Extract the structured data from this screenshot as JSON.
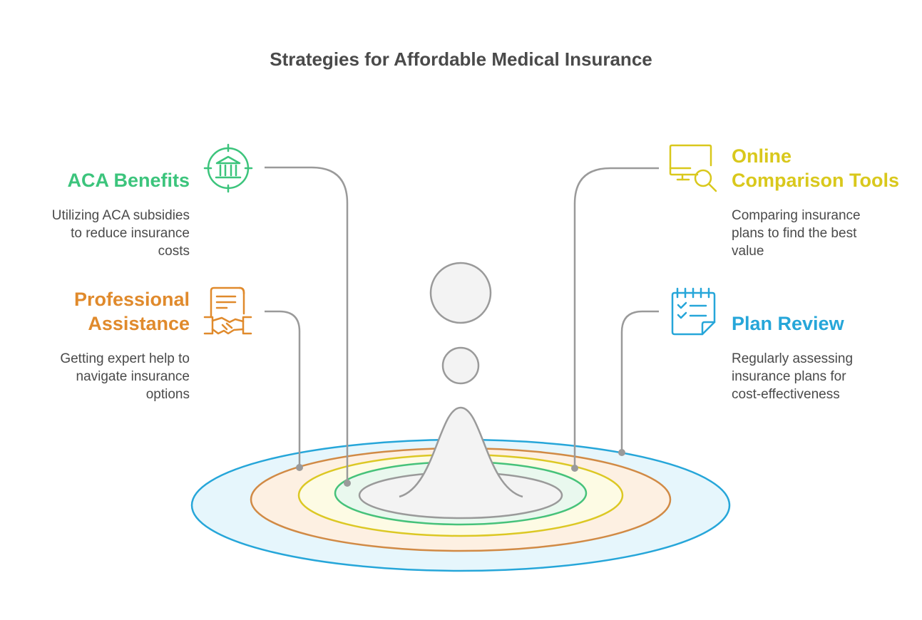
{
  "title": "Strategies for Affordable Medical Insurance",
  "colors": {
    "green": "#3cc47c",
    "orange": "#e08a2c",
    "yellow": "#d9c81c",
    "blue": "#26a6d9",
    "connector": "#9a9a9a"
  },
  "items": {
    "aca": {
      "heading": "ACA Benefits",
      "desc": [
        "Utilizing ACA subsidies",
        "to reduce insurance",
        "costs"
      ],
      "icon": "bank-target-icon"
    },
    "professional": {
      "heading": [
        "Professional",
        "Assistance"
      ],
      "desc": [
        "Getting expert help to",
        "navigate insurance",
        "options"
      ],
      "icon": "document-handshake-icon"
    },
    "online": {
      "heading": [
        "Online",
        "Comparison Tools"
      ],
      "desc": [
        "Comparing insurance",
        "plans to find the best",
        "value"
      ],
      "icon": "monitor-search-icon"
    },
    "review": {
      "heading": "Plan Review",
      "desc": [
        "Regularly assessing",
        "insurance plans for",
        "cost-effectiveness"
      ],
      "icon": "calendar-checklist-icon"
    }
  }
}
